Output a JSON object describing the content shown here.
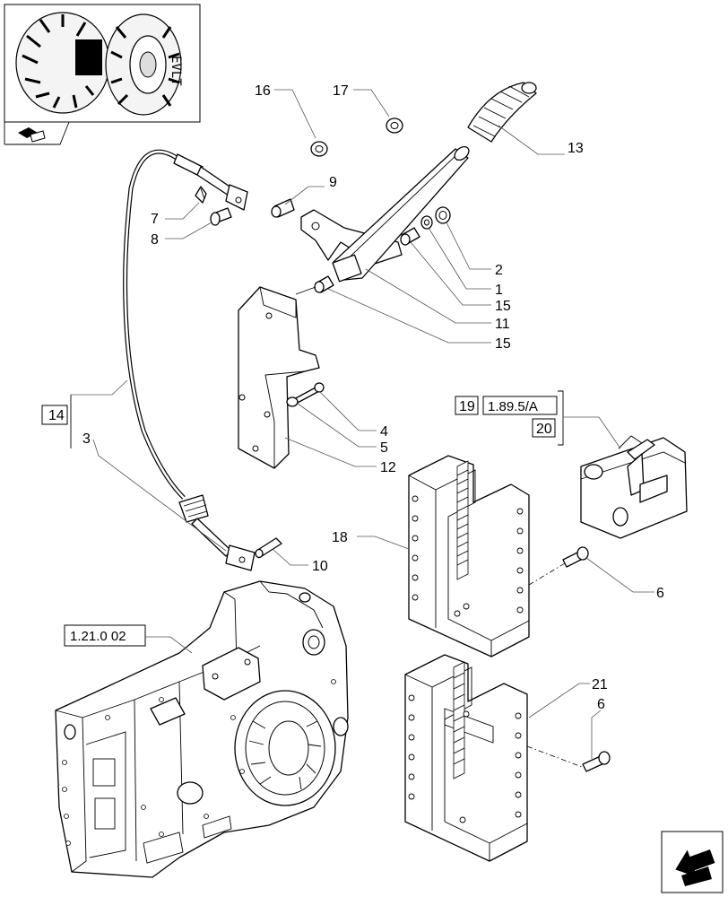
{
  "callouts": {
    "c1": "1",
    "c2": "2",
    "c3": "3",
    "c4": "4",
    "c5": "5",
    "c6a": "6",
    "c6b": "6",
    "c7": "7",
    "c8": "8",
    "c9": "9",
    "c10": "10",
    "c11": "11",
    "c12": "12",
    "c13": "13",
    "c14": "14",
    "c15a": "15",
    "c15b": "15",
    "c16": "16",
    "c17": "17",
    "c18": "18",
    "c19": "19",
    "c20": "20",
    "c21": "21"
  },
  "references": {
    "ref_a": "1.89.5/A",
    "ref_b": "1.21.0 02"
  },
  "icons": {
    "thumbnail": "tractor-rear-thumbnail",
    "nav_arrow": "next-page-arrow-icon"
  }
}
